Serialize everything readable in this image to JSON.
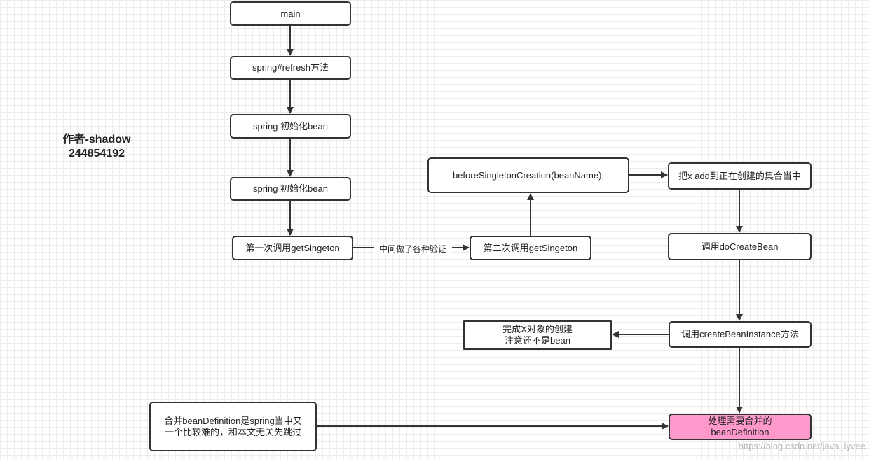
{
  "author": "作者-shadow\n244854192",
  "nodes": {
    "main": "main",
    "refresh": "spring#refresh方法",
    "init1": "spring 初始化bean",
    "init2": "spring 初始化bean",
    "get1": "第一次调用getSingeton",
    "get2": "第二次调用getSingeton",
    "before": "beforeSingletonCreation(beanName);",
    "add": "把x add到正在创建的集合当中",
    "do_create": "调用doCreateBean",
    "create_instance": "调用createBeanInstance方法",
    "done": "完成X对象的创建\n注意还不是bean",
    "merge_note": "合并beanDefinition是spring当中又\n一个比较难的，和本文无关先跳过",
    "merge": "处理需要合并的\nbeanDefinition"
  },
  "edge_label": "中间做了各种验证",
  "watermark": "https://blog.csdn.net/java_lyvee",
  "colors": {
    "highlight": "#ff99cc",
    "stroke": "#333333"
  }
}
